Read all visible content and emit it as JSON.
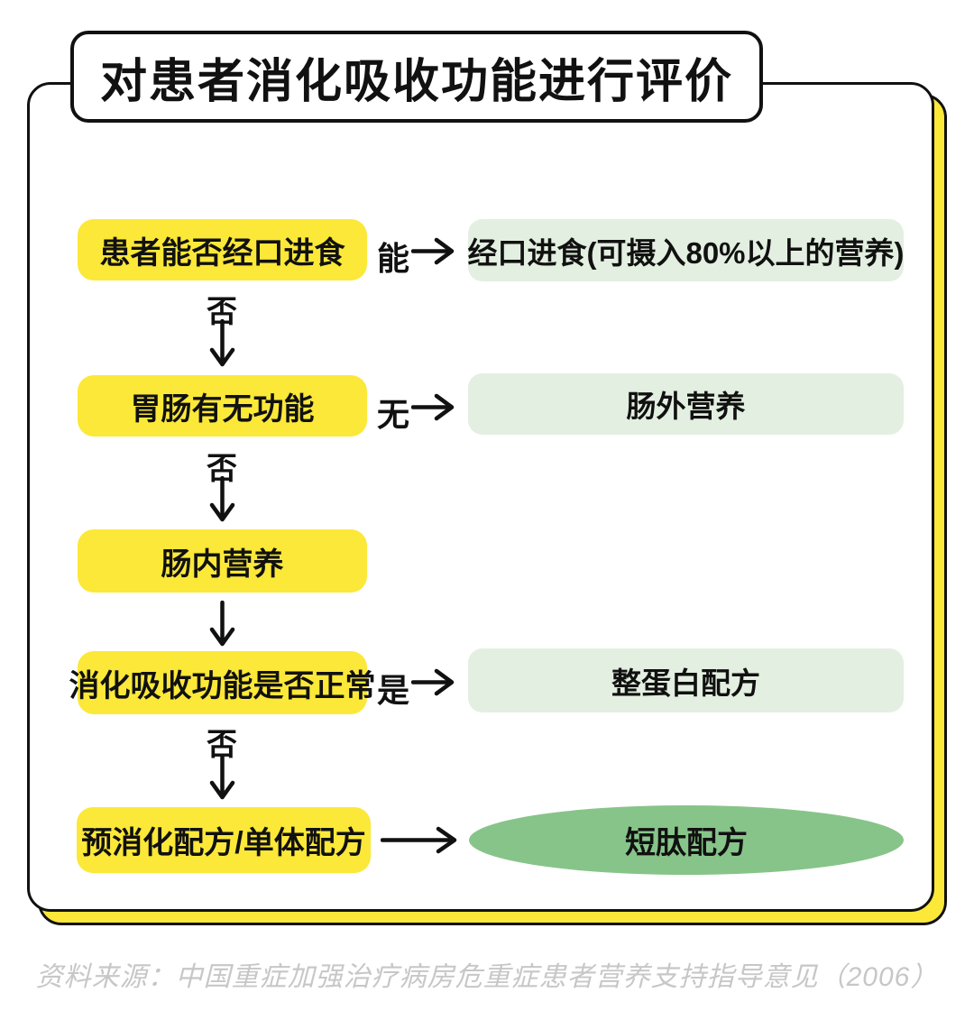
{
  "title": "对患者消化吸收功能进行评价",
  "footer": "资料来源：中国重症加强治疗病房危重症患者营养支持指导意见（2006）",
  "colors": {
    "node_yellow": "#FBE838",
    "result_light_green": "#E3EFE0",
    "result_green": "#87C489",
    "ink": "#111111",
    "footer_gray": "#C7C7C7",
    "card_background": "#FFFFFF"
  },
  "flow": {
    "q1": {
      "text": "患者能否经口进食",
      "branch_label": "能",
      "down_label": "否"
    },
    "r1": {
      "text": "经口进食(可摄入80%以上的营养)"
    },
    "q2": {
      "text": "胃肠有无功能",
      "branch_label": "无",
      "down_label": "否"
    },
    "r2": {
      "text": "肠外营养"
    },
    "q3": {
      "text": "肠内营养"
    },
    "q4": {
      "text": "消化吸收功能是否正常",
      "branch_label": "是",
      "down_label": "否"
    },
    "r4": {
      "text": "整蛋白配方"
    },
    "q5": {
      "text": "预消化配方/单体配方"
    },
    "r5": {
      "text": "短肽配方"
    }
  }
}
